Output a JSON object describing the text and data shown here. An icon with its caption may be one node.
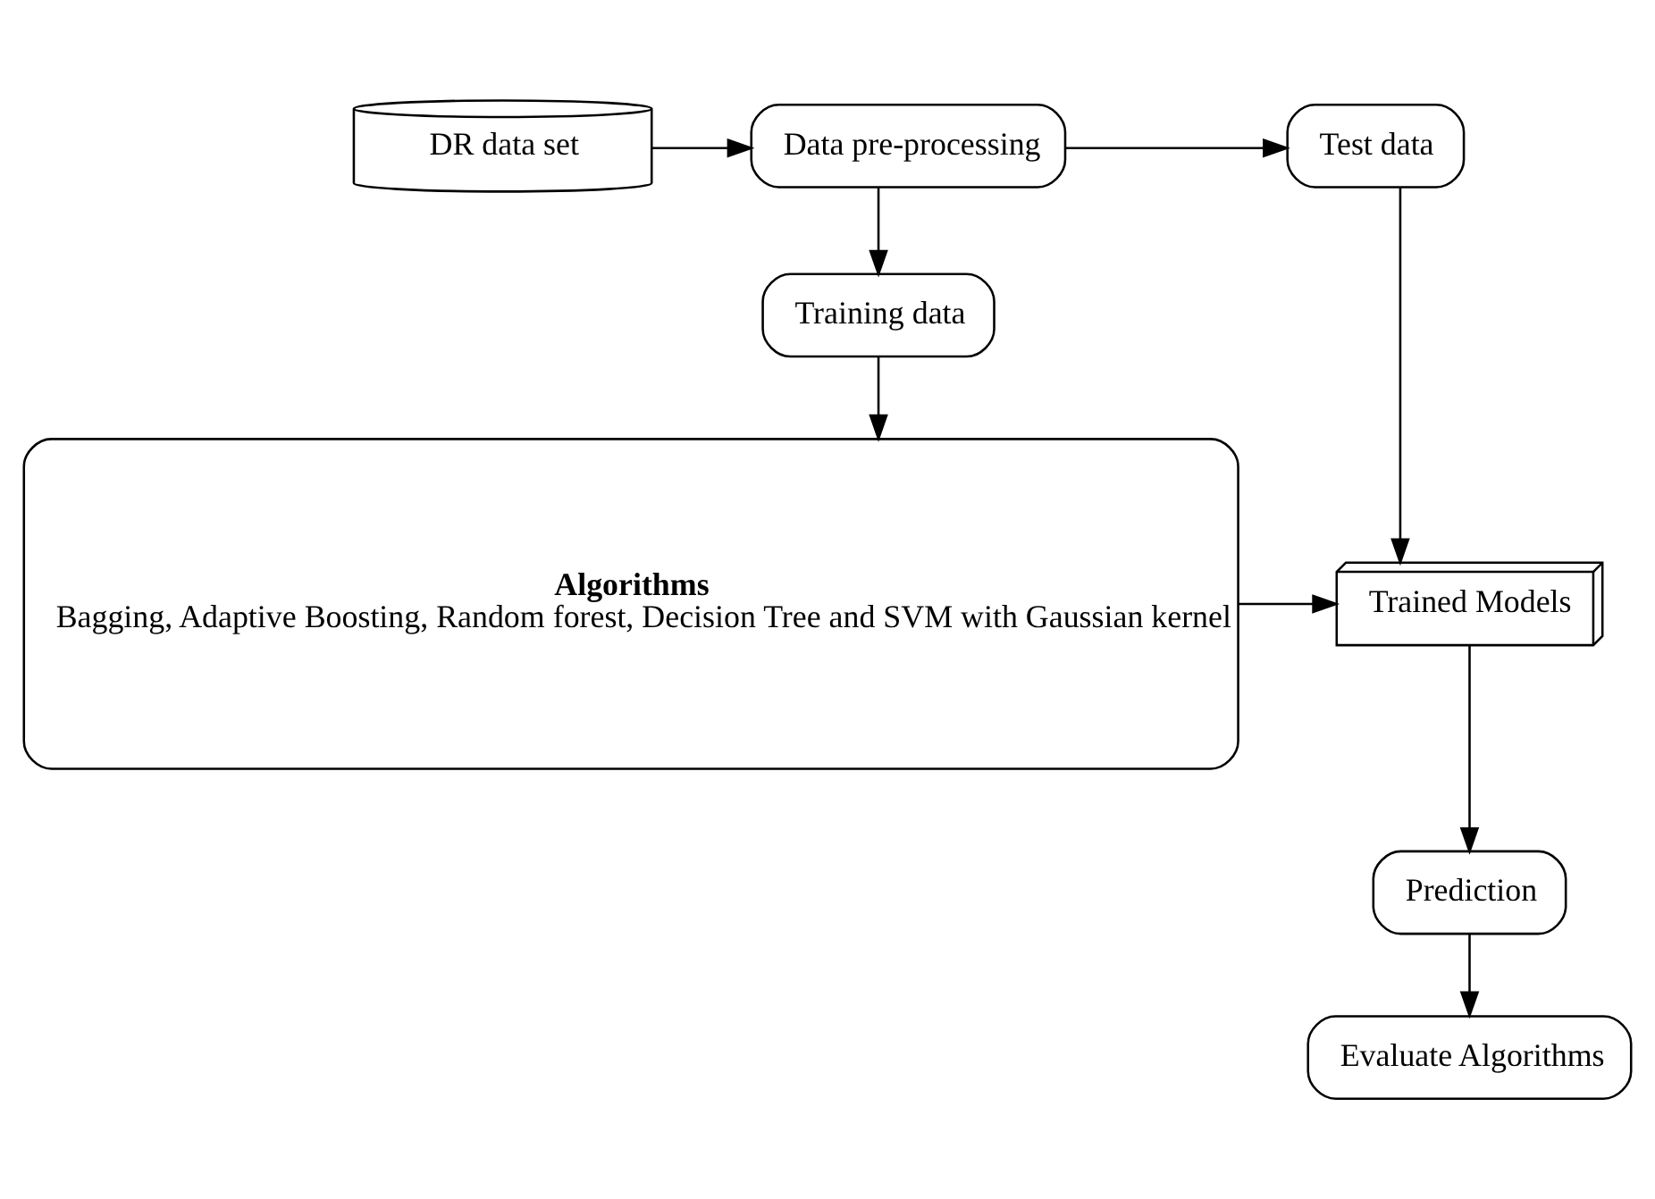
{
  "diagram": {
    "nodes": [
      {
        "text": [
          "DR data set"
        ]
      },
      {
        "text": [
          "Data pre-processing"
        ]
      },
      {
        "text": [
          "Test data"
        ]
      },
      {
        "text": [
          "Training data"
        ]
      },
      {
        "text": [
          "Algorithms",
          "Bagging, Adaptive Boosting, Random forest, Decision Tree and SVM with Gaussian kernel"
        ]
      },
      {
        "text": [
          "Trained Models"
        ]
      },
      {
        "text": [
          "Prediction"
        ]
      },
      {
        "text": [
          "Evaluate Algorithms"
        ]
      }
    ],
    "edges": [
      {
        "from": 0,
        "to": 1,
        "arrow": "to"
      },
      {
        "from": 1,
        "to": 2,
        "arrow": "to"
      },
      {
        "from": 1,
        "to": 3,
        "arrow": "to"
      },
      {
        "from": 3,
        "to": 4,
        "arrow": "to"
      },
      {
        "from": 2,
        "to": 5,
        "arrow": "to"
      },
      {
        "from": 4,
        "to": 5,
        "arrow": "to"
      },
      {
        "from": 5,
        "to": 6,
        "arrow": "to"
      },
      {
        "from": 6,
        "to": 7,
        "arrow": "to"
      }
    ]
  }
}
